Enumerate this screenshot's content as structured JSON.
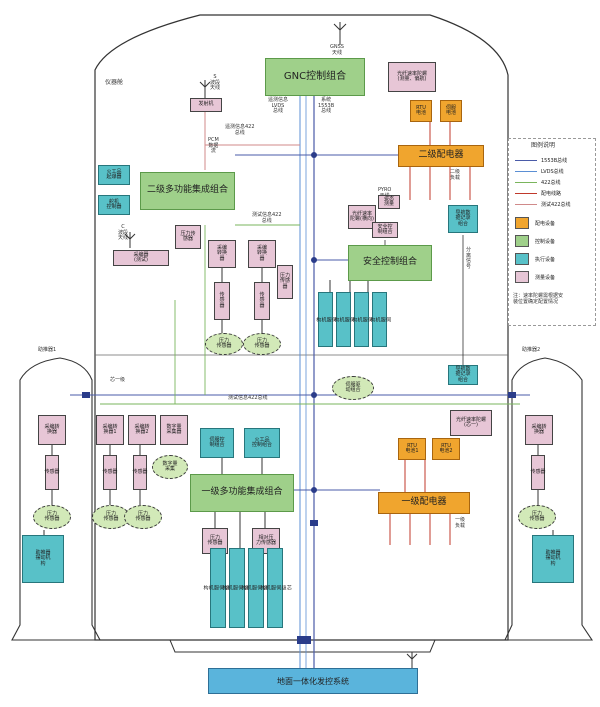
{
  "labels": {
    "gnss": "GNSS\n天线",
    "instrument_cabin": "仪器舱",
    "s_antenna": "S\n波段\n天线",
    "c_antenna": "C\n波段\n天线",
    "pcm": "PCM\n数据\n流",
    "rs422_top": "遥测信息422\n总线",
    "lvds_top": "遥测信息\nLVDS\n总线",
    "bus1553_top": "系统\n1553B\n总线",
    "rs422_mid": "测试信息422\n总线",
    "rs422_core": "测试信息422总线",
    "booster1": "助推器1",
    "booster2": "助推器2",
    "core_stage1": "芯一级",
    "pyro_top": "PYRO\n天线",
    "sep_signal": "分\n离\n信\n号",
    "loads_top": "二级\n负载",
    "loads_bottom": "一级\n负载"
  },
  "boxes": {
    "gnc": "GNC控制组合",
    "fiber_top": "光纤速率陀螺\n(测量、偏航)",
    "transmitter": "发射机",
    "rtu_top": "RTU\n电池",
    "servo_top": "伺服\n电池",
    "dist2": "二级配电器",
    "fiber_gyro_tr": "光纤速率\n陀螺(横向)",
    "attitude_tr": "姿态\n测量",
    "fmu2": "二级多功能集成组合",
    "safety": "安全控制组合",
    "safety_sec": "安全控\n制组合",
    "pyro_unit": "火工品\n起爆器",
    "ordnance": "火工品\n起爆器",
    "servo_unit": "舵机\n控制器",
    "pressure2": "压力传\n感器",
    "collector_c": "采编器\n(测试)",
    "collector2a": "采编\n转换\n器",
    "collector2b": "采编\n转换\n器",
    "press_small": "压力\n传感\n器",
    "sensor2a": "传\n感\n器",
    "sensor2b": "传\n感\n器",
    "sensor2c": "传\n感\n器",
    "recorder": "导航数\n据记录\n组合",
    "recorder_core": "导航数\n据记录\n组合",
    "servo_drive2": "伺服驱\n动组合",
    "servo_drive_core": "伺服驱\n动组合",
    "fiber_bot": "光纤速率陀螺\n(芯一)",
    "rtu_b1": "RTU\n电池1",
    "rtu_b2": "RTU\n电池2",
    "dist1": "一级配电器",
    "fmu1": "一级多功能集成组合",
    "servo_ctrl1": "伺服控\n制组合",
    "pyro_ctrl1": "火工品\n控制组合",
    "press1": "压力\n传感器",
    "rel_press1": "相对压\n力传感器",
    "col_b1": "采编转\n换器",
    "col_c1": "采编转\n换器1",
    "col_c2": "采编转\n换器2",
    "col_c3": "数字量\n采集器",
    "col_b2": "采编转\n换器",
    "sen_b1": "传感器",
    "sen_c1": "传感器",
    "sen_c2": "传感器",
    "sen_b2": "传感器",
    "nozzle_l": "助推器\n摆动机\n构",
    "nozzle_r": "助推器\n摆动机\n构",
    "ground": "地面一体化发控系统"
  },
  "ovals": [
    "压力\n传感器",
    "压力\n传感器",
    "压力\n传感器",
    "压力\n传感器",
    "数字量\n采集",
    "压力\n传感器",
    "压力\n传感器"
  ],
  "actuators_top": [
    "伺\n服\n机\n构",
    "伺\n服\n机\n构",
    "伺\n服\n机\n构",
    "伺\n服\n机\n构"
  ],
  "actuators_bottom": [
    "芯\n级\n伺\n服\n机\n构",
    "芯\n级\n伺\n服\n机\n构",
    "芯\n级\n伺\n服\n机\n构",
    "芯\n级\n伺\n服\n机\n构"
  ],
  "legend": {
    "title": "图例说明",
    "lines": [
      {
        "label": "1553B总线",
        "color": "#4a5ba8"
      },
      {
        "label": "LVDS总线",
        "color": "#5b8fd4"
      },
      {
        "label": "422总线",
        "color": "#7ab55c"
      },
      {
        "label": "配电线路",
        "color": "#c0392b"
      },
      {
        "label": "测试422总线",
        "color": "#d08a8a"
      }
    ],
    "swatches": [
      {
        "label": "配电设备",
        "color": "#f0a52e"
      },
      {
        "label": "控制设备",
        "color": "#9fd08a"
      },
      {
        "label": "执行设备",
        "color": "#58c1c8"
      },
      {
        "label": "测量设备",
        "color": "#e7c6d6"
      }
    ],
    "note": "注：速率陀螺需根据安\n装位置确定配置情况"
  }
}
